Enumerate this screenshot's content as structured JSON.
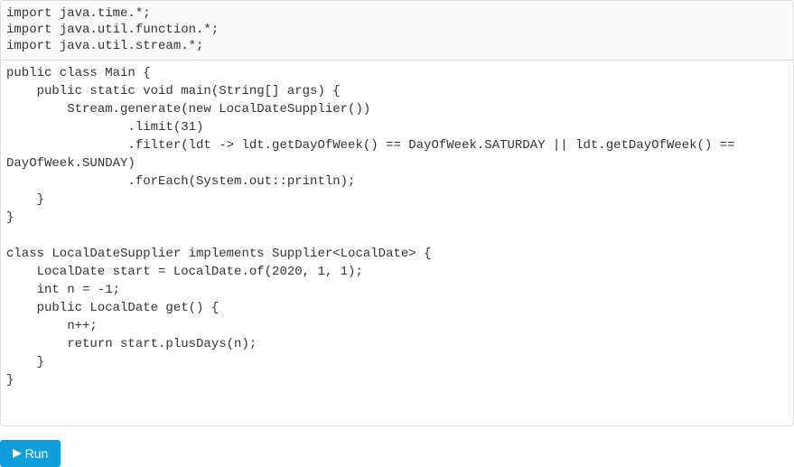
{
  "editor": {
    "header_lines": [
      "import java.time.*;",
      "import java.util.function.*;",
      "import java.util.stream.*;"
    ],
    "code_lines": [
      "public class Main {",
      "    public static void main(String[] args) {",
      "        Stream.generate(new LocalDateSupplier())",
      "                .limit(31)",
      "                .filter(ldt -> ldt.getDayOfWeek() == DayOfWeek.SATURDAY || ldt.getDayOfWeek() ==",
      "DayOfWeek.SUNDAY)",
      "                .forEach(System.out::println);",
      "    }",
      "}",
      "",
      "class LocalDateSupplier implements Supplier<LocalDate> {",
      "    LocalDate start = LocalDate.of(2020, 1, 1);",
      "    int n = -1;",
      "    public LocalDate get() {",
      "        n++;",
      "        return start.plusDays(n);",
      "    }",
      "}"
    ]
  },
  "run_button": {
    "label": "Run",
    "icon": "play-icon",
    "color": "#0f9fdc"
  }
}
